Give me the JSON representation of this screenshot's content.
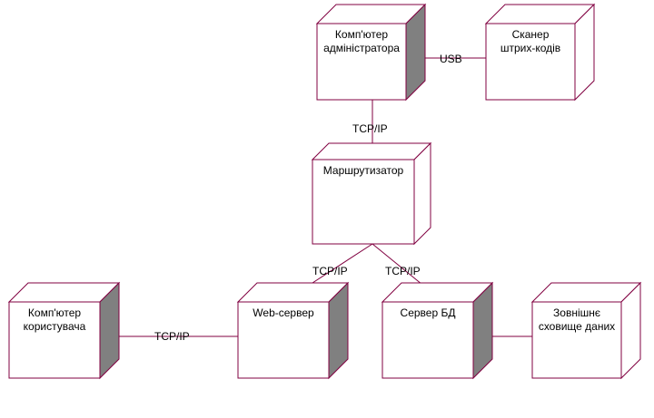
{
  "colors": {
    "node_stroke": "#800040",
    "node_fill": "#ffffff",
    "node_side_dark": "#808080",
    "edge": "#800040"
  },
  "nodes": {
    "admin_pc": {
      "label_lines": [
        "Комп'ютер",
        "адміністратора"
      ],
      "shaded": true
    },
    "scanner": {
      "label_lines": [
        "Сканер",
        "штрих-кодів"
      ],
      "shaded": false
    },
    "router": {
      "label_lines": [
        "Маршрутизатор"
      ],
      "shaded": false
    },
    "user_pc": {
      "label_lines": [
        "Комп'ютер",
        "користувача"
      ],
      "shaded": true
    },
    "web_server": {
      "label_lines": [
        "Web-сервер"
      ],
      "shaded": true
    },
    "db_server": {
      "label_lines": [
        "Сервер БД"
      ],
      "shaded": true
    },
    "external_storage": {
      "label_lines": [
        "Зовнішнє",
        "сховище даних"
      ],
      "shaded": false
    }
  },
  "connections": {
    "admin_scanner": {
      "label": "USB"
    },
    "admin_router": {
      "label": "TCP/IP"
    },
    "router_web": {
      "label": "TCP/IP"
    },
    "router_db": {
      "label": "TCP/IP"
    },
    "user_web": {
      "label": "TCP/IP"
    },
    "db_storage": {
      "label": ""
    }
  }
}
